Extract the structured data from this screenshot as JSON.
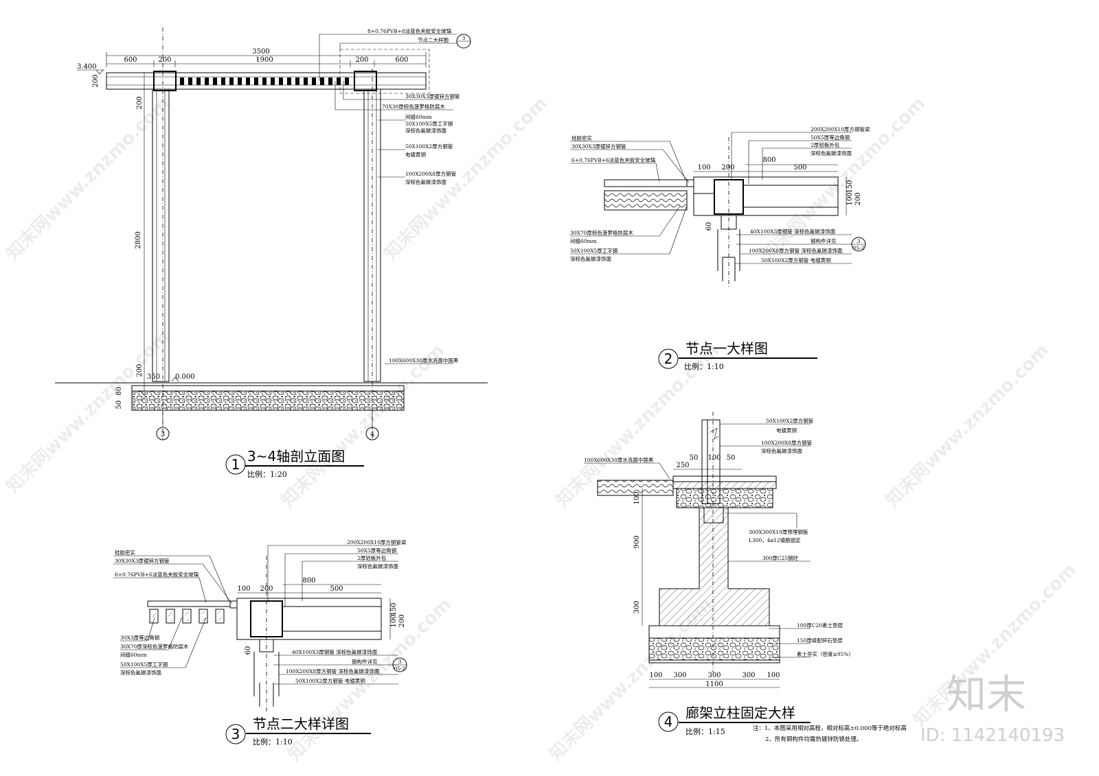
{
  "drawing1": {
    "num": "1",
    "title": "3~4轴剖立面图",
    "scale": "比例：1:20",
    "dims_top": [
      "3500",
      "600",
      "200",
      "1900",
      "200",
      "600"
    ],
    "elev_top": "3.400",
    "elev_ground": "0.000",
    "dim_h": [
      "200",
      "200",
      "2800",
      "200",
      "350",
      "80",
      "50"
    ],
    "axis_left": "3",
    "axis_right": "4",
    "callout_label": "节点二大样图",
    "callout_num": "3",
    "annotations": [
      "8+0.76PVB+8淡蓝色夹胶安全玻璃",
      "节点二大样图",
      "30X30X3厚镀锌方钢管",
      "70X30厚棕色菠萝格防腐木",
      "间缝60mm",
      "50X100X5厚工字钢",
      "深棕色氟碳漆饰面",
      "50X100X2厚方钢管",
      "电镀黄铜",
      "100X200X8厚方钢管",
      "深棕色氟碳漆饰面",
      "100X600X30厚水洗面中国黑"
    ]
  },
  "drawing2": {
    "num": "2",
    "title": "节点一大样图",
    "scale": "比例：1:10",
    "dims": [
      "100",
      "200",
      "800",
      "500",
      "150",
      "100",
      "200",
      "60"
    ],
    "left_annotations": [
      "硅胶密实",
      "30X30X3厚镀锌方钢管",
      "6+0.76PVB+6淡蓝色夹胶安全玻璃"
    ],
    "right_annotations": [
      "200X200X10厚方钢管梁",
      "50X5厚等边角钢",
      "2厚铝板外包",
      "深棕色氟碳漆饰面"
    ],
    "bottom_left": [
      "30X70厚棕色菠萝格防腐木",
      "间缝60mm",
      "50X100X5厚工字钢",
      "深棕色氟碳漆饰面"
    ],
    "bottom_right": [
      "40X100X3厚钢管 深棕色氟碳漆饰面",
      "钢构件详见",
      "100X200X8厚方钢管 深棕色氟碳漆饰面",
      "50X100X2厚方钢管 电镀黄铜"
    ],
    "ref_top": "3",
    "ref_bottom": "05-2"
  },
  "drawing3": {
    "num": "3",
    "title": "节点二大样详图",
    "scale": "比例：1:10",
    "dims": [
      "100",
      "200",
      "800",
      "500",
      "150",
      "100",
      "200",
      "60"
    ],
    "left_annotations": [
      "硅胶密实",
      "30X30X3厚镀锌方钢管",
      "6+0.76PVB+6淡蓝色夹胶安全玻璃"
    ],
    "right_annotations": [
      "200X200X10厚方钢管梁",
      "50X5厚等边角钢",
      "2厚铝板外包",
      "深棕色氟碳漆饰面"
    ],
    "bottom_left": [
      "30X3厚等边角钢",
      "30X70厚深棕色菠萝格防腐木",
      "间缝60mm",
      "50X100X5厚工字钢",
      "深棕色氟碳漆饰面"
    ],
    "bottom_right": [
      "40X100X3厚钢管 深棕色氟碳漆饰面",
      "钢构件详见",
      "100X200X8厚方钢管 深棕色氟碳漆饰面",
      "50X100X2厚方钢管 电镀黄铜"
    ],
    "ref_top": "3",
    "ref_bottom": "05-2"
  },
  "drawing4": {
    "num": "4",
    "title": "廊架立柱固定大样",
    "scale": "比例：1:15",
    "dims_bottom": [
      "100",
      "300",
      "300",
      "300",
      "100"
    ],
    "dim_total": "1100",
    "dims_top": [
      "250",
      "50",
      "100",
      "50"
    ],
    "dims_left": [
      "100",
      "900",
      "300"
    ],
    "annotations": [
      "50X100X2厚方钢管",
      "电镀黄铜",
      "100X200X8厚方钢管",
      "深棕色氟碳漆饰面",
      "100X600X30厚水洗面中国黑",
      "300X300X10厚预埋钢板",
      "L300，4⌀12锚筋固定",
      "300厚C25钢砼",
      "100厚C20素土垫层",
      "150厚级配碎石垫层",
      "素土夯实（密度≥95%）"
    ]
  },
  "notes": {
    "line1": "注：1、本图采用相对高程，相对标高±0.000等于绝对标高",
    "line2": "2、所有钢构件均需热镀锌防锈处理。"
  },
  "watermark": {
    "text": "知末网www.znzmo.com",
    "brand": "知末",
    "id": "ID: 1142140193"
  }
}
